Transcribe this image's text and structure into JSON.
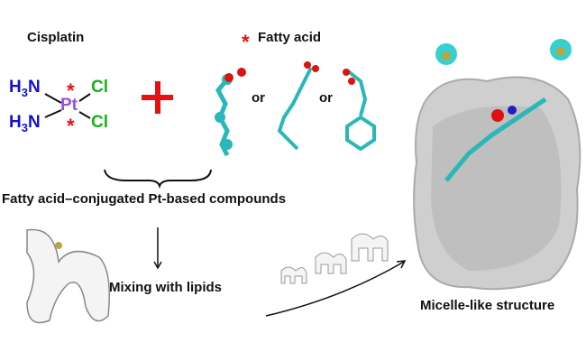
{
  "labels": {
    "cisplatin": "Cisplatin",
    "fatty_acid": "Fatty acid",
    "fatty_acid_marker": "*",
    "or1": "or",
    "or2": "or",
    "conjugated": "Fatty acid–conjugated Pt-based compounds",
    "mixing": "Mixing with lipids",
    "micelle": "Micelle-like structure"
  },
  "cisplatin_formula": {
    "ligand_top_left": "H",
    "ligand_bottom_left": "H",
    "sub3": "3",
    "n": "N",
    "metal": "Pt",
    "ligand_top_right": "Cl",
    "ligand_bottom_right": "Cl",
    "star": "*"
  },
  "colors": {
    "nitrogen": "#1010d8",
    "chlorine": "#19b219",
    "platinum": "#9b4de8",
    "marker": "#e81010",
    "carbon": "#2ab7b7",
    "oxygen": "#e01010"
  }
}
